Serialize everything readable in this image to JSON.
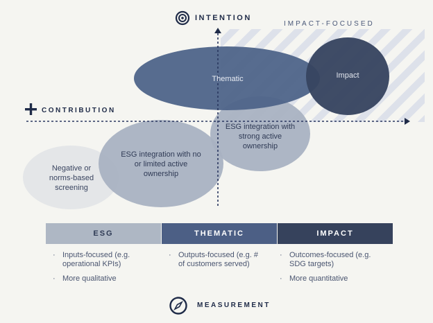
{
  "axes": {
    "y_label": "INTENTION",
    "x_label": "CONTRIBUTION",
    "bottom_label": "MEASUREMENT",
    "zone_label": "IMPACT-FOCUSED"
  },
  "icons": {
    "intention": "target-icon",
    "contribution": "plus-icon",
    "measurement": "compass-icon"
  },
  "ellipses": [
    {
      "label": "Negative or norms-based screening",
      "color": "#e4e6e8"
    },
    {
      "label": "ESG integration with no or limited active ownership",
      "color": "#a9b2c2"
    },
    {
      "label": "ESG integration with strong active ownership",
      "color": "#a9b2c2"
    },
    {
      "label": "Thematic",
      "color": "#4e6489"
    },
    {
      "label": "Impact",
      "color": "#374560"
    }
  ],
  "columns": [
    {
      "header": "ESG",
      "color": "#aeb7c4",
      "text_color": "#2f3b55",
      "bullets": [
        "Inputs-focused (e.g. operational KPIs)",
        "More qualitative"
      ]
    },
    {
      "header": "THEMATIC",
      "color": "#4c5f85",
      "text_color": "#ffffff",
      "bullets": [
        "Outputs-focused (e.g. # of customers served)"
      ]
    },
    {
      "header": "IMPACT",
      "color": "#36425c",
      "text_color": "#ffffff",
      "bullets": [
        "Outcomes-focused (e.g. SDG targets)",
        "More quantitative"
      ]
    }
  ]
}
